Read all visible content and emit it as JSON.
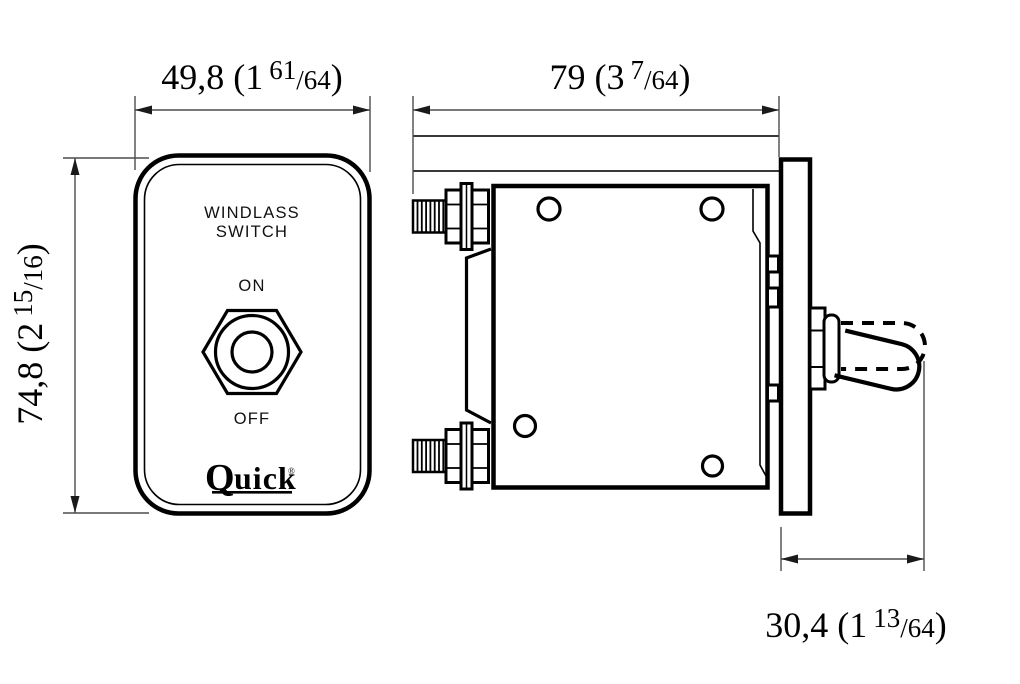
{
  "colors": {
    "background": "#ffffff",
    "drawing_lines": "#000000",
    "dimension_lines": "#4d4d4d",
    "text": "#000000"
  },
  "front_view": {
    "label_line1": "WINDLASS",
    "label_line2": "SWITCH",
    "on_label": "ON",
    "off_label": "OFF",
    "brand_initial": "Q",
    "brand_rest": "uick",
    "registered_mark": "®"
  },
  "dimensions": {
    "front_width": {
      "pre": "49,8 (1",
      "num": "61",
      "den": "/64",
      "post": ")"
    },
    "side_depth": {
      "pre": "79 (3",
      "num": "7",
      "den": "/64",
      "post": ")"
    },
    "front_height": {
      "pre": "74,8 (2",
      "num": "15",
      "den": "/16",
      "post": ")"
    },
    "lever_protrusion": {
      "pre": "30,4 (1",
      "num": "13",
      "den": "/64",
      "post": ")"
    }
  }
}
